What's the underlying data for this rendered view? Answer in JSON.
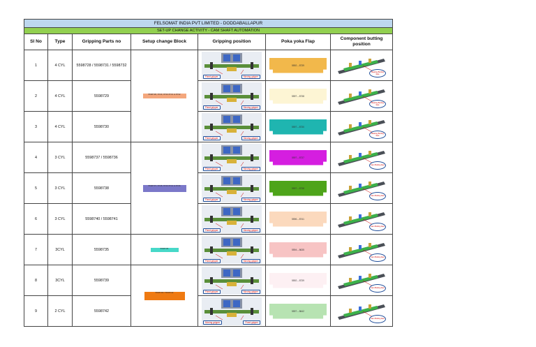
{
  "title": "FELSOMAT INDIA PVT LIMITED - DODDABALLAPUR",
  "subtitle": "SET-UP CHANGE ACTIVITY - CAM SHAFT AUTOMATION",
  "headers": [
    "Sl No",
    "Type",
    "Gripping Parts no",
    "Setup change Block",
    "Gripping position",
    "Poka yoka Flap",
    "Component butting position"
  ],
  "rows": [
    {
      "sl": "1",
      "type": "4 CYL",
      "parts": "5598728 / 5598731 / 5598732",
      "flap_color": "#f2b84b",
      "flap_text": "5592 – 8739"
    },
    {
      "sl": "2",
      "type": "4 CYL",
      "parts": "5598729",
      "flap_color": "#fdf5d4",
      "flap_text": "5597 – 8738"
    },
    {
      "sl": "3",
      "type": "4 CYL",
      "parts": "5598730",
      "flap_color": "#1fb5b0",
      "flap_text": "5597 – 8730"
    },
    {
      "sl": "4",
      "type": "3 CYL",
      "parts": "5598737 / 5598736",
      "flap_color": "#d51ee0",
      "flap_text": "5597 – 8737"
    },
    {
      "sl": "5",
      "type": "3 CYL",
      "parts": "5598738",
      "flap_color": "#4ea41a",
      "flap_text": "5597 – 8738"
    },
    {
      "sl": "6",
      "type": "3 CYL",
      "parts": "5598740 / 5598741",
      "flap_color": "#fbd9bd",
      "flap_text": "5596 – 8741"
    },
    {
      "sl": "7",
      "type": "3CYL",
      "parts": "5598735",
      "flap_color": "#f7c4c4",
      "flap_text": "5594 – 8635"
    },
    {
      "sl": "8",
      "type": "3CYL",
      "parts": "5598739",
      "flap_color": "#fdf0f3",
      "flap_text": "5592 – 8739"
    },
    {
      "sl": "9",
      "type": "2 CYL",
      "parts": "5598742",
      "flap_color": "#b7e3b2",
      "flap_text": "5597 – 8642"
    }
  ],
  "blocks": [
    {
      "color": "#f4a77d",
      "text": "5598728, 8729, 8730 8731 & 8732"
    },
    {
      "color": "#7b78c9",
      "text": "5598737, 8738, 8740 8741 & 8736"
    },
    {
      "color": "#47d8c8",
      "text": "5598735"
    },
    {
      "color": "#ef7a12",
      "text": "5598739 / 5598742"
    }
  ],
  "grip_labels": {
    "fixed": "Fixed gripper",
    "moving": "Moving gripper"
  },
  "comp_labels": {
    "four": "Bearing Butting face",
    "three": "Cam Butting face"
  }
}
